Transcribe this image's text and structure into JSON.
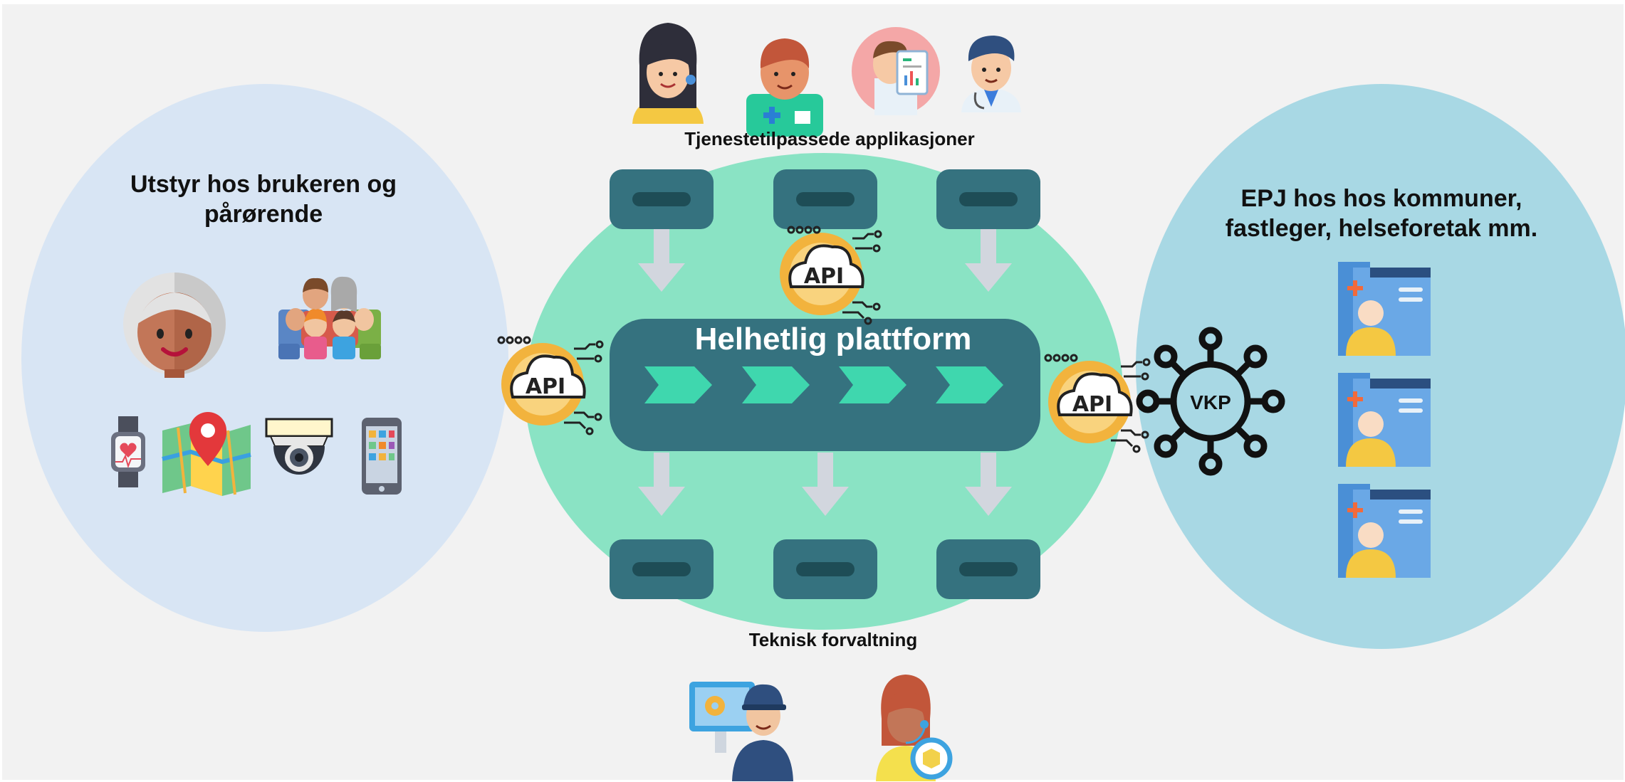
{
  "left_title": "Utstyr hos brukeren og pårørende",
  "right_title": "EPJ hos hos kommuner, fastleger, helseforetak mm.",
  "top_label": "Tjenestetilpassede applikasjoner",
  "bottom_label": "Teknisk forvaltning",
  "platform_title": "Helhetlig plattform",
  "api_label": "API",
  "vkp_label": "VKP",
  "colors": {
    "background": "#f2f2f2",
    "left_circle": "#d8e5f4",
    "right_circle": "#a8d8e4",
    "center_circle": "#8ae3c4",
    "platform": "#35727f",
    "chevron": "#3fd7ae",
    "arrow": "#d2d6de",
    "api_gear": "#f2b33d"
  }
}
